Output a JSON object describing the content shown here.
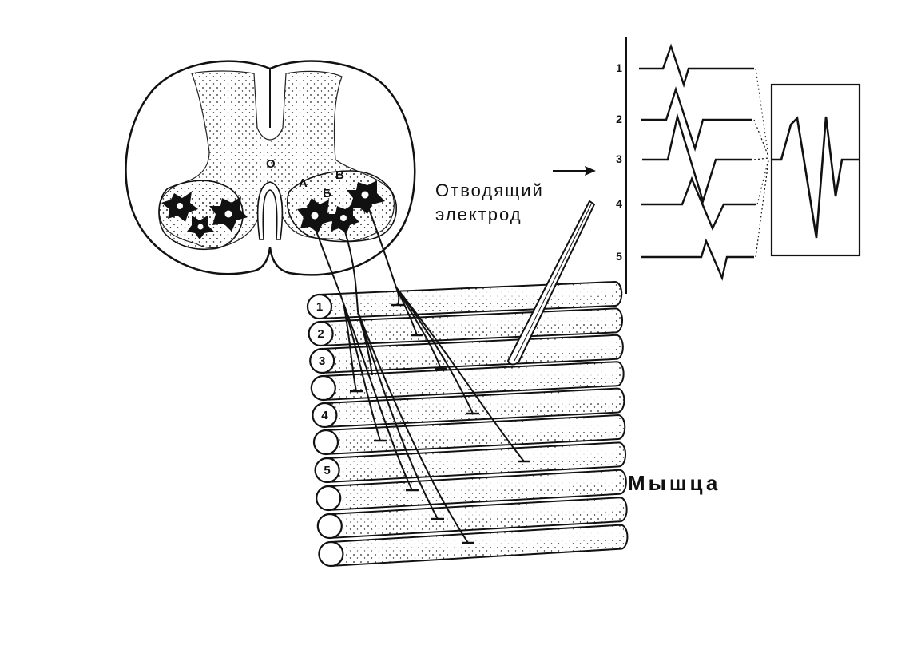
{
  "spinal_cord": {
    "canal_label": "О",
    "neuron_labels": {
      "a": "А",
      "b": "Б",
      "v": "В"
    }
  },
  "electrode": {
    "label_line1": "Отводящий",
    "label_line2": "электрод"
  },
  "traces": {
    "labels": [
      "1",
      "2",
      "3",
      "4",
      "5"
    ]
  },
  "muscle": {
    "label": "Мышца",
    "fiber_labels": [
      "1",
      "2",
      "3",
      "",
      "4",
      "",
      "5",
      "",
      "",
      ""
    ]
  }
}
